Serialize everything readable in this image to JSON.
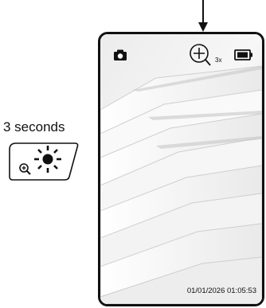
{
  "hold_hint": {
    "duration_label": "3 seconds"
  },
  "side_button": {
    "icon": "zoom-brightness-icon"
  },
  "indicator_arrow": {
    "icon": "arrow-down-icon"
  },
  "device_screen": {
    "status_bar": {
      "camera_icon": "camera-icon",
      "zoom_icon": "zoom-in-icon",
      "zoom_level": "3x",
      "battery_icon": "battery-icon"
    },
    "timestamp": "01/01/2026 01:05:53"
  }
}
